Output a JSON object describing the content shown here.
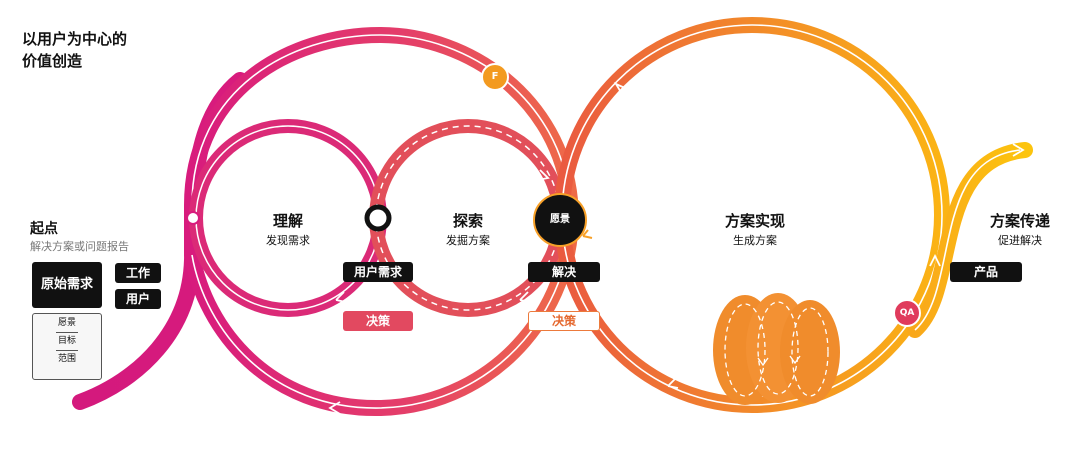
{
  "title": {
    "line1": "以用户为中心的",
    "line2": "价值创造"
  },
  "start": {
    "title": "起点",
    "subtitle": "解决方案或问题报告",
    "original_need": "原始需求",
    "work": "工作",
    "user": "用户",
    "scope_items": [
      "愿景",
      "目标",
      "范围"
    ]
  },
  "stages": {
    "understand": {
      "title": "理解",
      "subtitle": "发现需求"
    },
    "explore": {
      "title": "探索",
      "subtitle": "发掘方案"
    },
    "implement": {
      "title": "方案实现",
      "subtitle": "生成方案"
    },
    "deliver": {
      "title": "方案传递",
      "subtitle": "促进解决"
    }
  },
  "tags": {
    "user_need": "用户需求",
    "decision_red": "决策",
    "solve": "解决",
    "decision_orange": "决策",
    "product": "产品"
  },
  "badges": {
    "f": "F",
    "vision": "愿景",
    "qa": "QA"
  },
  "colors": {
    "magenta": "#d81b7d",
    "red": "#e04a5f",
    "orange": "#f08a2a",
    "yellow": "#fbb414",
    "ink": "#111111"
  }
}
